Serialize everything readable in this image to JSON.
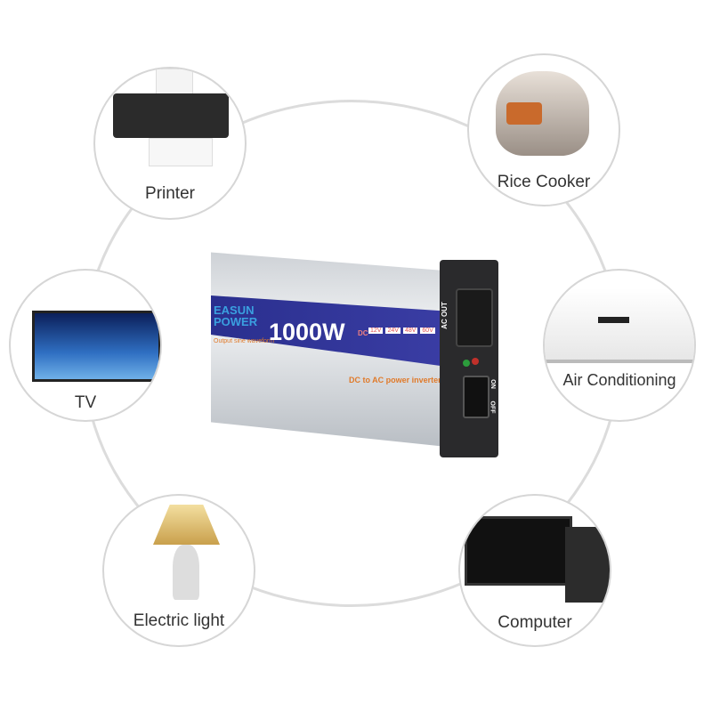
{
  "product": {
    "brand_logo": "EASUN POWER",
    "wattage": "1000W",
    "waveform_text": "Output sine waveform",
    "dc_label": "DC",
    "voltages": [
      "12V",
      "24V",
      "48V",
      "60V"
    ],
    "subtitle": "DC to AC  power inverter",
    "ac_out": "AC OUT",
    "switch_on": "ON",
    "switch_off": "OFF"
  },
  "appliances": [
    {
      "label": "Printer",
      "icon": "printer-icon"
    },
    {
      "label": "Rice Cooker",
      "icon": "rice-cooker-icon"
    },
    {
      "label": "TV",
      "icon": "tv-icon"
    },
    {
      "label": "Air Conditioning",
      "icon": "air-conditioner-icon"
    },
    {
      "label": "Electric light",
      "icon": "lamp-icon"
    },
    {
      "label": "Computer",
      "icon": "computer-icon"
    }
  ],
  "colors": {
    "band": "#2e3292",
    "ring": "#dcdcdc",
    "text": "#333333"
  }
}
